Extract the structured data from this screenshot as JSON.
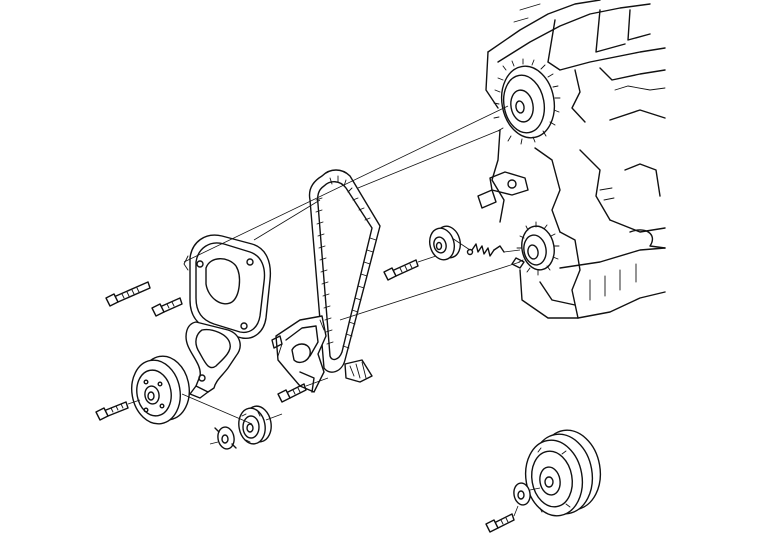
{
  "diagram": {
    "type": "exploded-view line drawing",
    "line_color": "#111111",
    "background": "#ffffff",
    "components": [
      {
        "id": "engine-block",
        "icon": "engine-block-icon"
      },
      {
        "id": "camshaft-sprocket",
        "icon": "gear-icon"
      },
      {
        "id": "crankshaft-sprocket",
        "icon": "gear-icon"
      },
      {
        "id": "timing-belt",
        "icon": "belt-icon"
      },
      {
        "id": "upper-timing-cover",
        "icon": "cover-icon"
      },
      {
        "id": "lower-timing-cover",
        "icon": "cover-icon"
      },
      {
        "id": "tensioner-pulley",
        "icon": "pulley-icon"
      },
      {
        "id": "tensioner-spring",
        "icon": "spring-icon"
      },
      {
        "id": "water-pump-pulley",
        "icon": "pulley-icon"
      },
      {
        "id": "crankshaft-pulley",
        "icon": "pulley-icon"
      },
      {
        "id": "timing-belt-guide",
        "icon": "washer-icon"
      },
      {
        "id": "lock-washer",
        "icon": "washer-icon"
      },
      {
        "id": "bolts",
        "icon": "bolt-icon",
        "count": 6
      }
    ]
  }
}
